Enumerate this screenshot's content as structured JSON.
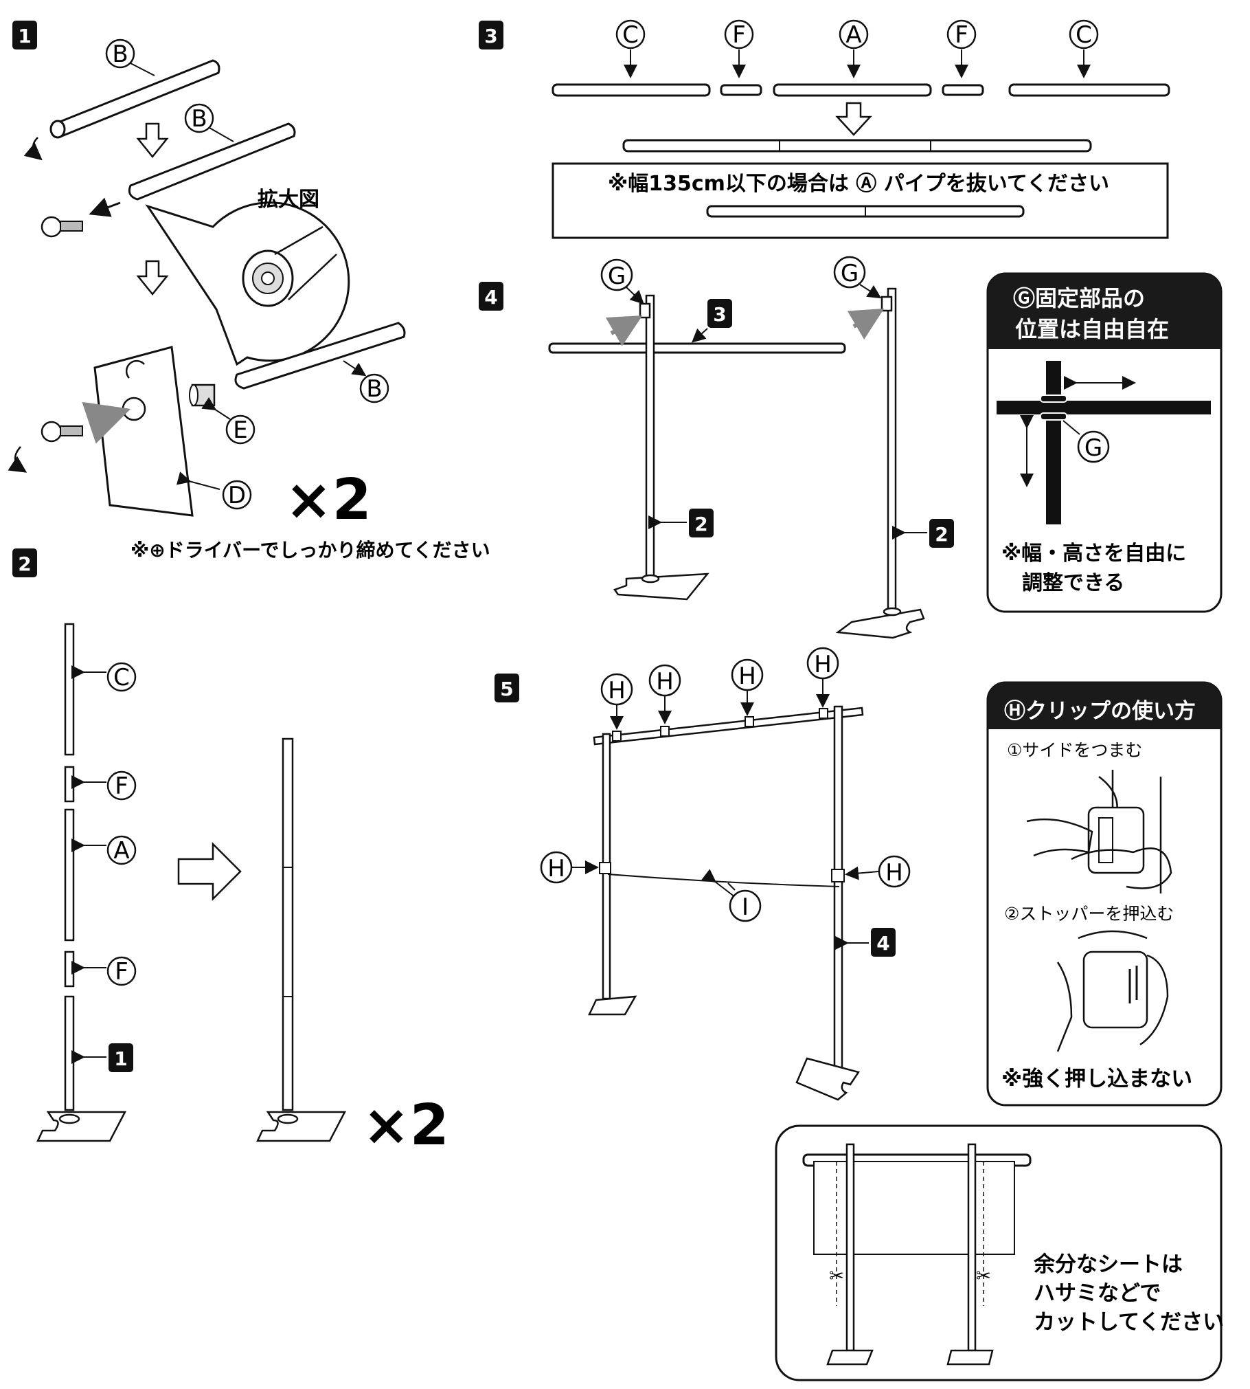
{
  "steps": [
    "1",
    "2",
    "3",
    "4",
    "5"
  ],
  "part_labels": {
    "A": "A",
    "B": "B",
    "C": "C",
    "D": "D",
    "E": "E",
    "F": "F",
    "G": "G",
    "H": "H",
    "I": "I"
  },
  "step_refs": {
    "one": "1",
    "two": "2",
    "three": "3",
    "four": "4"
  },
  "step1": {
    "zoom_label": "拡大図",
    "times_two": "×2",
    "note": "※⊕ドライバーでしっかり締めてください"
  },
  "step2": {
    "times_two": "×2"
  },
  "step3": {
    "note": "※幅135cm以下の場合は Ⓐ パイプを抜いてください"
  },
  "step4": {
    "info_title_line1": "Ⓖ固定部品の",
    "info_title_line2": "位置は自由自在",
    "info_note_line1": "※幅・高さを自由に",
    "info_note_line2": "調整できる"
  },
  "step5": {
    "clip_title": "Ⓗクリップの使い方",
    "clip_step1": "①サイドをつまむ",
    "clip_step2": "②ストッパーを押込む",
    "clip_note": "※強く押し込まない",
    "cut_line1": "余分なシートは",
    "cut_line2": "ハサミなどで",
    "cut_line3": "カットしてください"
  },
  "colors": {
    "ink": "#111111",
    "panel_header": "#1a1a1a",
    "accent_grey": "#8a8a8a"
  }
}
